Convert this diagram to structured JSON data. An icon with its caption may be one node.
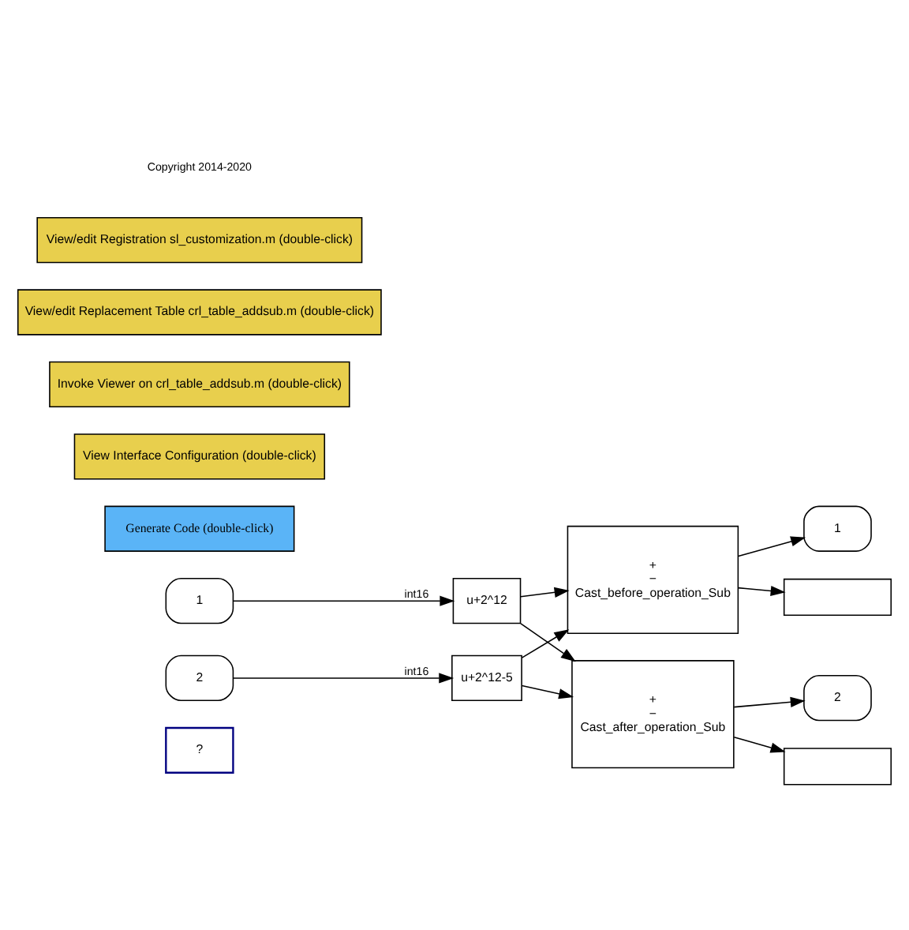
{
  "diagram": {
    "nodes": [
      {
        "text": [
          "?"
        ]
      },
      {
        "text": [
          "1"
        ]
      },
      {
        "text": [
          "2"
        ]
      },
      {
        "text": [
          "u+2^12"
        ]
      },
      {
        "text": [
          "u+2^12-5"
        ]
      },
      {
        "text": [
          "+",
          "−",
          "Cast_before_operation_Sub"
        ]
      },
      {
        "text": [
          "+",
          "−",
          "Cast_after_operation_Sub"
        ]
      },
      {
        "text": [
          "1"
        ]
      },
      {
        "text": [],
        "shape": "box"
      },
      {
        "text": [
          "2"
        ]
      },
      {
        "text": [],
        "shape": "box"
      },
      {
        "text": [
          "Generate Code (double-click)"
        ]
      },
      {
        "text": [
          "View Interface Configuration (double-click)"
        ]
      },
      {
        "text": [
          "Invoke Viewer on crl_table_addsub.m (double-click)"
        ]
      },
      {
        "text": [
          "View/edit Replacement Table crl_table_addsub.m (double-click)"
        ]
      },
      {
        "text": [
          "View/edit Registration sl_customization.m (double-click)"
        ]
      }
    ],
    "edges": [
      {
        "from": 1,
        "to": 3,
        "arrow": "to",
        "label": "int16"
      },
      {
        "from": 2,
        "to": 4,
        "arrow": "to",
        "label": "int16"
      },
      {
        "from": 3,
        "to": 5,
        "arrow": "to"
      },
      {
        "from": 4,
        "to": 5,
        "arrow": "to"
      },
      {
        "from": 3,
        "to": 6,
        "arrow": "to"
      },
      {
        "from": 4,
        "to": 6,
        "arrow": "to"
      },
      {
        "from": 5,
        "to": 7,
        "arrow": "to"
      },
      {
        "from": 5,
        "to": 8,
        "arrow": "to"
      },
      {
        "from": 6,
        "to": 9,
        "arrow": "to"
      },
      {
        "from": 6,
        "to": 10,
        "arrow": "to"
      }
    ],
    "labels": [
      "Copyright 2014-2020"
    ]
  }
}
